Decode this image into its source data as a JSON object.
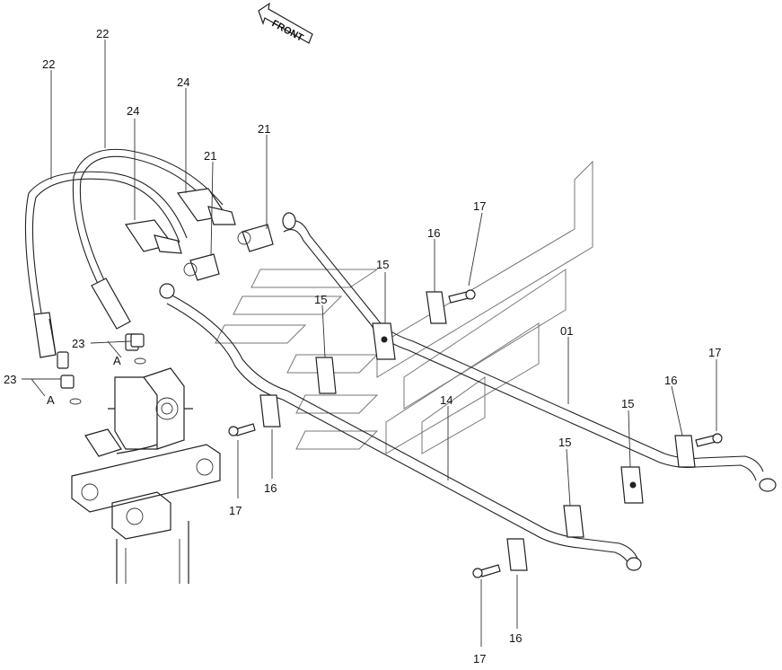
{
  "diagram": {
    "direction_label": "FRONT",
    "callouts": [
      {
        "id": "c-22a",
        "text": "22"
      },
      {
        "id": "c-22b",
        "text": "22"
      },
      {
        "id": "c-24a",
        "text": "24"
      },
      {
        "id": "c-24b",
        "text": "24"
      },
      {
        "id": "c-21a",
        "text": "21"
      },
      {
        "id": "c-21b",
        "text": "21"
      },
      {
        "id": "c-17a",
        "text": "17"
      },
      {
        "id": "c-16a",
        "text": "16"
      },
      {
        "id": "c-15a",
        "text": "15"
      },
      {
        "id": "c-15b",
        "text": "15"
      },
      {
        "id": "c-23a",
        "text": "23"
      },
      {
        "id": "c-23b",
        "text": "23"
      },
      {
        "id": "c-Aa",
        "text": "A"
      },
      {
        "id": "c-Ab",
        "text": "A"
      },
      {
        "id": "c-01",
        "text": "01"
      },
      {
        "id": "c-17b",
        "text": "17"
      },
      {
        "id": "c-16b",
        "text": "16"
      },
      {
        "id": "c-15c",
        "text": "15"
      },
      {
        "id": "c-14",
        "text": "14"
      },
      {
        "id": "c-15d",
        "text": "15"
      },
      {
        "id": "c-17c",
        "text": "17"
      },
      {
        "id": "c-16c",
        "text": "16"
      },
      {
        "id": "c-17d",
        "text": "17"
      },
      {
        "id": "c-16d",
        "text": "16"
      }
    ]
  }
}
